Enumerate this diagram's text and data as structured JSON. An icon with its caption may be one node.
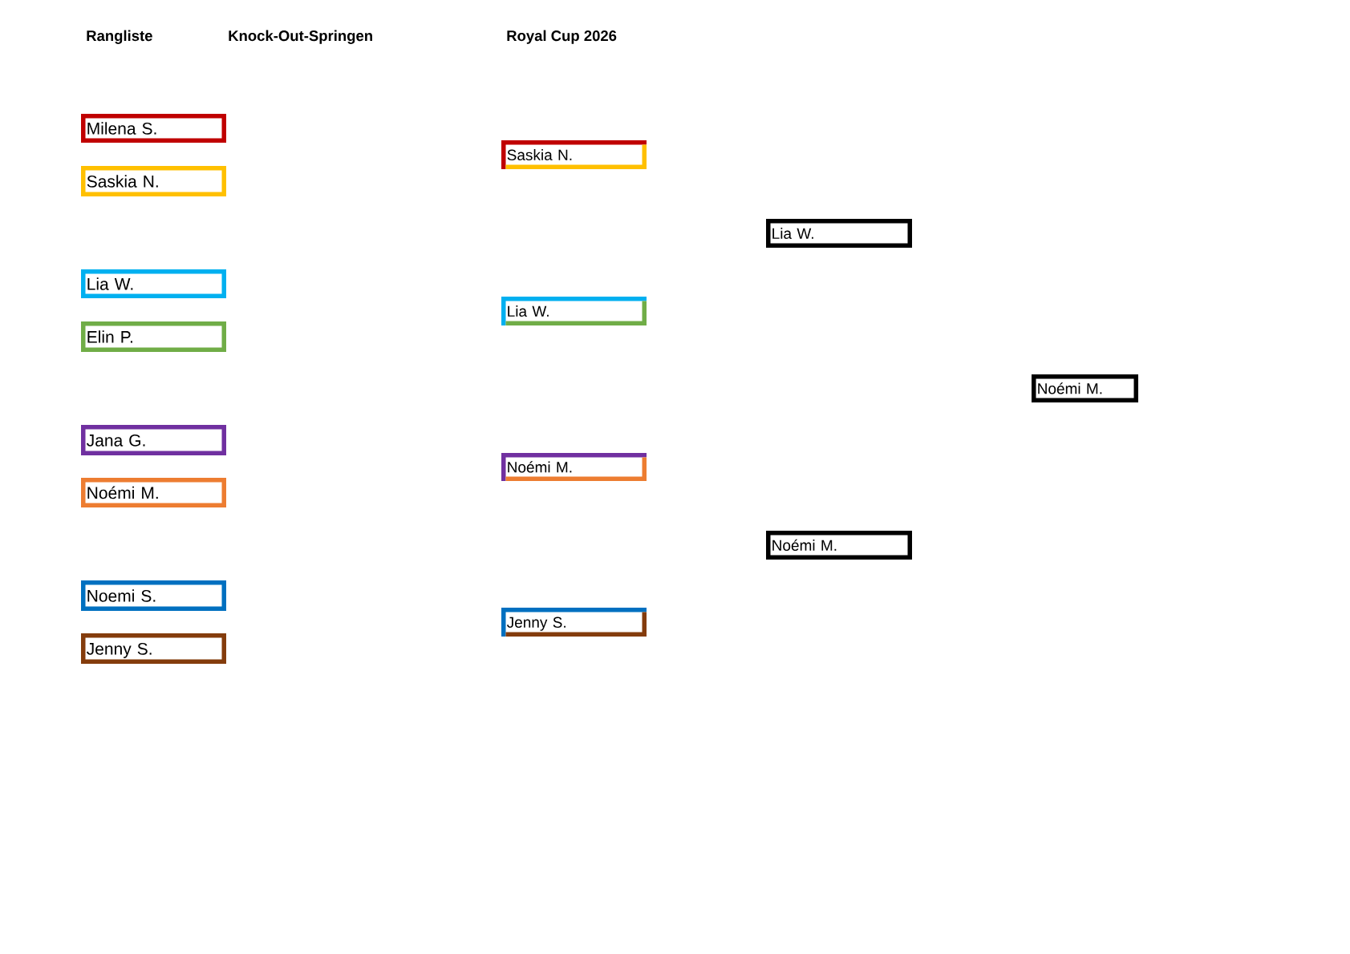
{
  "diagram": {
    "nodes": [
      {
        "text": [
          "Milena S."
        ]
      },
      {
        "text": [
          "Saskia N."
        ]
      },
      {
        "text": [
          "Lia W."
        ]
      },
      {
        "text": [
          "Elin P."
        ]
      },
      {
        "text": [
          "Jana G."
        ]
      },
      {
        "text": [
          "Noémi M."
        ]
      },
      {
        "text": [
          "Noemi S."
        ]
      },
      {
        "text": [
          "Jenny S."
        ]
      },
      {
        "text": [
          "Saskia N."
        ]
      },
      {
        "text": [
          "Lia W."
        ]
      },
      {
        "text": [
          "Noémi M."
        ]
      },
      {
        "text": [
          "Jenny S."
        ]
      },
      {
        "text": [
          "Lia W."
        ]
      },
      {
        "text": [
          "Noémi M."
        ]
      },
      {
        "text": [
          "Noémi M."
        ]
      }
    ],
    "labels": [
      "Rangliste",
      "Knock-Out-Springen",
      "Royal Cup 2026"
    ]
  }
}
